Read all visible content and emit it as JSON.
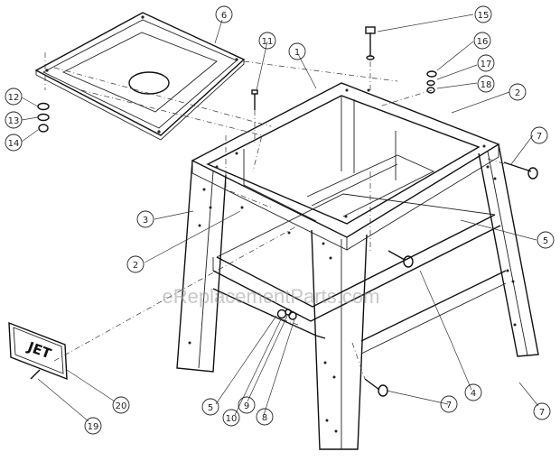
{
  "watermark": "eReplacementParts.com",
  "badge_text": "JET",
  "callouts": [
    {
      "id": "c1",
      "number": "1"
    },
    {
      "id": "c2a",
      "number": "2"
    },
    {
      "id": "c2b",
      "number": "2"
    },
    {
      "id": "c3",
      "number": "3"
    },
    {
      "id": "c4",
      "number": "4"
    },
    {
      "id": "c5a",
      "number": "5"
    },
    {
      "id": "c5b",
      "number": "5"
    },
    {
      "id": "c6",
      "number": "6"
    },
    {
      "id": "c7a",
      "number": "7"
    },
    {
      "id": "c7b",
      "number": "7"
    },
    {
      "id": "c7c",
      "number": "7"
    },
    {
      "id": "c8",
      "number": "8"
    },
    {
      "id": "c9",
      "number": "9"
    },
    {
      "id": "c10",
      "number": "10"
    },
    {
      "id": "c11",
      "number": "11"
    },
    {
      "id": "c12",
      "number": "12"
    },
    {
      "id": "c13",
      "number": "13"
    },
    {
      "id": "c14",
      "number": "14"
    },
    {
      "id": "c15",
      "number": "15"
    },
    {
      "id": "c16",
      "number": "16"
    },
    {
      "id": "c17",
      "number": "17"
    },
    {
      "id": "c18",
      "number": "18"
    },
    {
      "id": "c19",
      "number": "19"
    },
    {
      "id": "c20",
      "number": "20"
    }
  ]
}
